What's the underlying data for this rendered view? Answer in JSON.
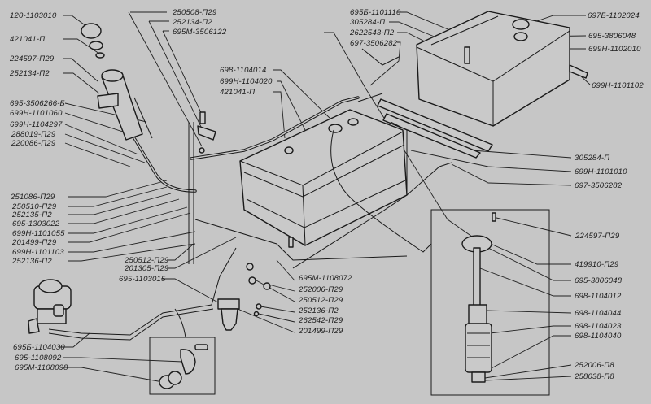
{
  "diagram": {
    "labels_left": [
      "120-1103010",
      "421041-П",
      "224597-П29",
      "252134-П2",
      "695-3506266-Б",
      "699Н-1101060",
      "699Н-1104297",
      "288019-П29",
      "220086-П29",
      "251086-П29",
      "250510-П29",
      "252135-П2",
      "695-1303022",
      "699Н-1101055",
      "201499-П29",
      "699Н-1101103",
      "252136-П2"
    ],
    "labels_mid_top": [
      "250508-П29",
      "252134-П2",
      "695М-3506122",
      "698-1104014",
      "699Н-1104020",
      "421041-П"
    ],
    "labels_mid_bottom": [
      "250512-П29",
      "201305-П29",
      "695-1103015",
      "695М-1108072",
      "252006-П29",
      "250512-П29",
      "252136-П2",
      "262542-П29",
      "201499-П29"
    ],
    "labels_bottom_left": [
      "695Б-1104030",
      "695-1108092",
      "695М-1108098"
    ],
    "labels_top_right": [
      "695Б-1101110",
      "305284-П",
      "2622543-П2",
      "697-3506282",
      "697Б-1102024",
      "695-3806048",
      "699Н-1102010",
      "699Н-1101102"
    ],
    "labels_right": [
      "305284-П",
      "699Н-1101010",
      "697-3506282",
      "224597-П29",
      "419910-П29",
      "695-3806048",
      "698-1104012",
      "698-1104044",
      "698-1104023",
      "698-1104040",
      "252006-П8",
      "258038-П8"
    ]
  }
}
